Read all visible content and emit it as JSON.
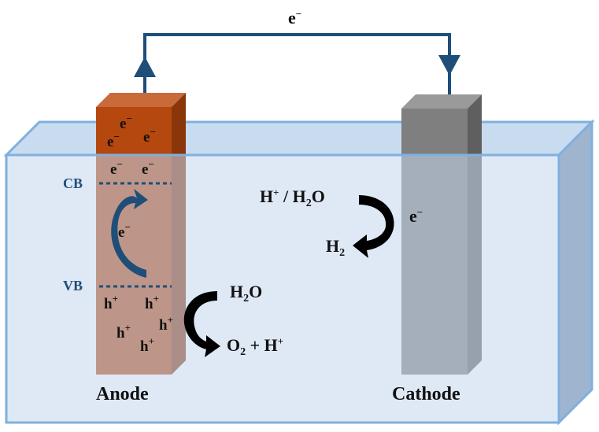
{
  "diagram": {
    "external_electron_label": "e−",
    "anode": {
      "name": "Anode",
      "conduction_band_label": "CB",
      "valence_band_label": "VB",
      "electrons_above_cb": [
        "e−",
        "e−",
        "e−",
        "e−",
        "e−"
      ],
      "excited_electron_label": "e−",
      "holes": [
        "h+",
        "h+",
        "h+",
        "h+",
        "h+"
      ],
      "reaction": {
        "reactant": "H2O",
        "product": "O2 + H+"
      }
    },
    "cathode": {
      "name": "Cathode",
      "electron_label": "e−",
      "reaction": {
        "reactant": "H+ / H2O",
        "product": "H2"
      }
    },
    "colors": {
      "anode_front": "#b4480e",
      "anode_side": "#8a360a",
      "anode_top": "#c96a3a",
      "cathode_front": "#7f7f7f",
      "cathode_side": "#5f5f5f",
      "cathode_top": "#9a9a9a",
      "electrolyte_front": "#c4d7ee",
      "electrolyte_side": "#9fb4cf",
      "electrolyte_edge": "#7fb0de",
      "wire": "#1f4e79",
      "band_line": "#1f4e79",
      "band_arrow": "#1f4e79",
      "reaction_arrow": "#000000"
    }
  }
}
